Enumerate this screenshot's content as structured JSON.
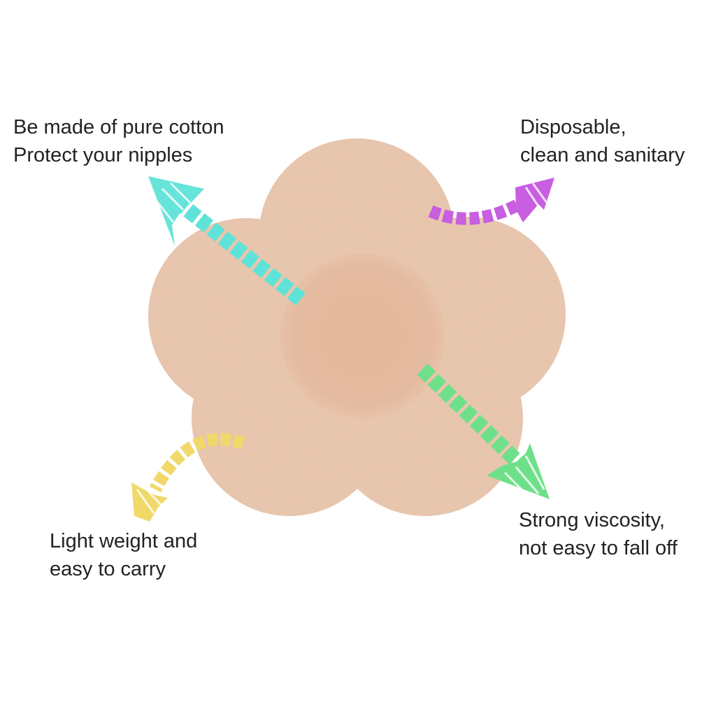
{
  "features": {
    "top_left": {
      "line1": "Be made of pure cotton",
      "line2": "Protect your nipples"
    },
    "top_right": {
      "line1": "Disposable,",
      "line2": "clean and sanitary"
    },
    "bottom_left": {
      "line1": "Light weight and",
      "line2": "easy to carry"
    },
    "bottom_right": {
      "line1": "Strong viscosity,",
      "line2": "not easy to fall off"
    }
  },
  "product": {
    "icon": "flower-pad",
    "color": "#e9c6ad",
    "center_color": "#e3b99d"
  },
  "arrows": {
    "top_left": {
      "icon": "arrow-up-left-icon",
      "color": "#5fe3d8"
    },
    "top_right": {
      "icon": "arrow-curved-right-icon",
      "color": "#c85ee0"
    },
    "bottom_left": {
      "icon": "arrow-curved-down-icon",
      "color": "#f1d86a"
    },
    "bottom_right": {
      "icon": "arrow-down-right-icon",
      "color": "#6fe08a"
    }
  }
}
